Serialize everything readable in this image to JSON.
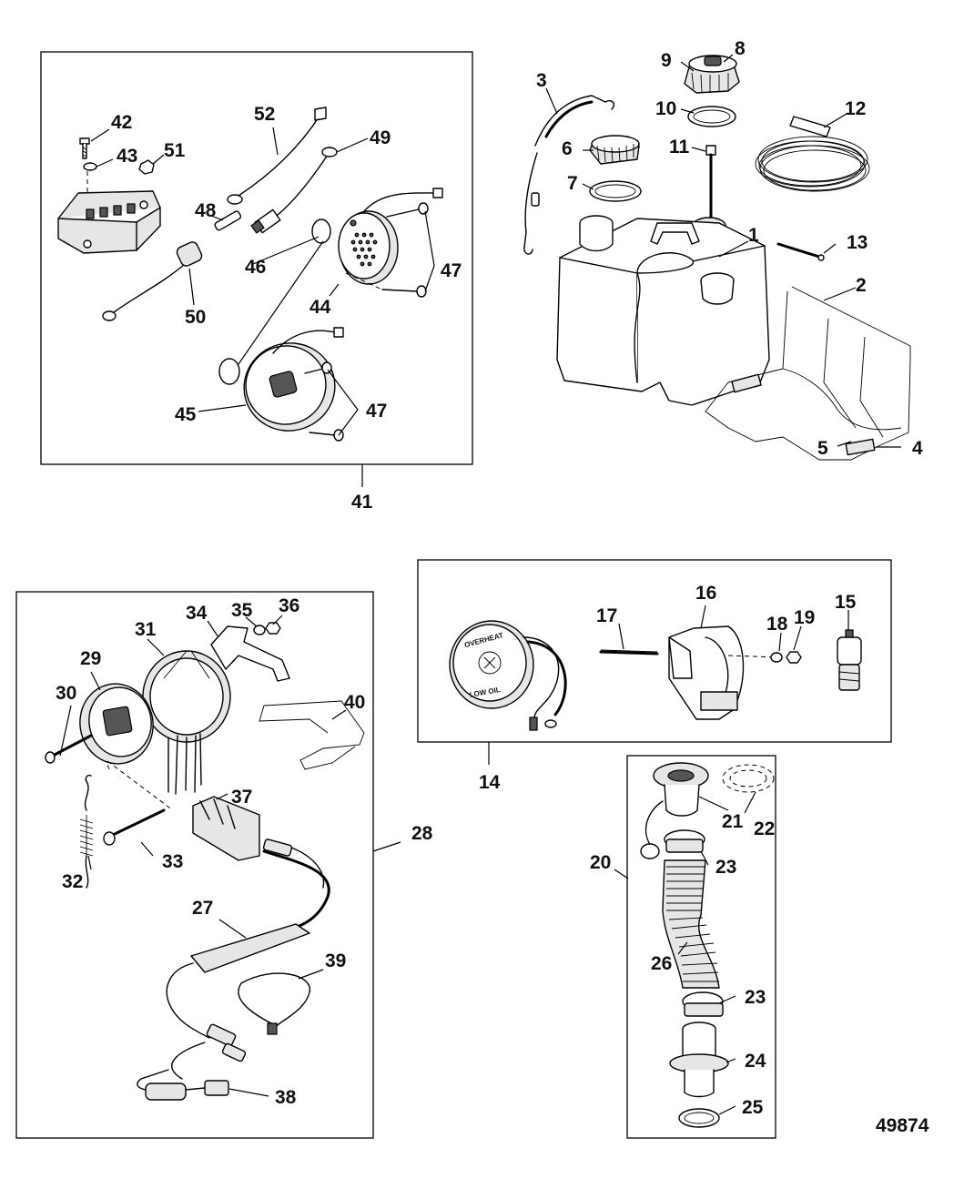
{
  "figure_number": "49874",
  "gauge_text": {
    "top": "OVERHEAT",
    "bottom": "LOW OIL"
  },
  "callouts": {
    "c1": "1",
    "c2": "2",
    "c3": "3",
    "c4": "4",
    "c5": "5",
    "c6": "6",
    "c7": "7",
    "c8": "8",
    "c9": "9",
    "c10": "10",
    "c11": "11",
    "c12": "12",
    "c13": "13",
    "c14": "14",
    "c15": "15",
    "c16": "16",
    "c17": "17",
    "c18": "18",
    "c19": "19",
    "c20": "20",
    "c21": "21",
    "c22": "22",
    "c23a": "23",
    "c23b": "23",
    "c24": "24",
    "c25": "25",
    "c26": "26",
    "c27": "27",
    "c28": "28",
    "c29": "29",
    "c30": "30",
    "c31": "31",
    "c32": "32",
    "c33": "33",
    "c34": "34",
    "c35": "35",
    "c36": "36",
    "c37": "37",
    "c38": "38",
    "c39": "39",
    "c40": "40",
    "c41": "41",
    "c42": "42",
    "c43": "43",
    "c44": "44",
    "c45": "45",
    "c46": "46",
    "c47a": "47",
    "c47b": "47",
    "c48": "48",
    "c49": "49",
    "c50": "50",
    "c51": "51",
    "c52": "52"
  }
}
